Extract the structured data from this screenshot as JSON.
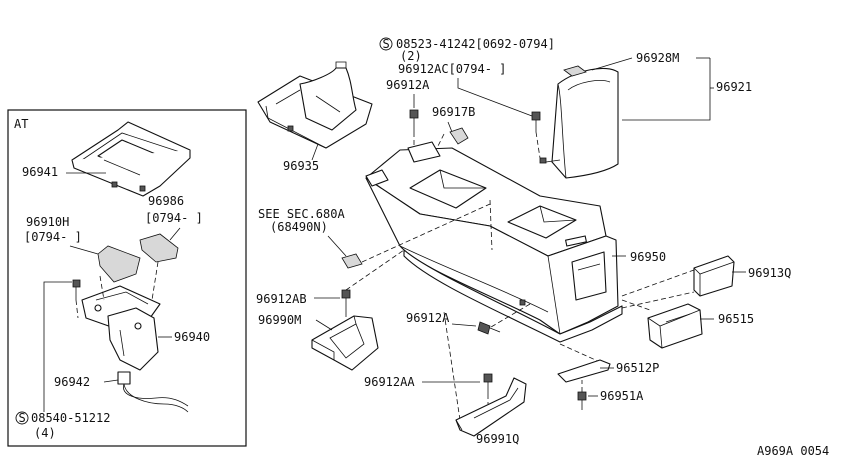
{
  "inset": {
    "title": "AT"
  },
  "labels": {
    "p96941": "96941",
    "p96986": "96986",
    "p96986_range": "[0794-   ]",
    "p96910H": "96910H",
    "p96910H_range": "[0794-   ]",
    "p96940": "96940",
    "p96942": "96942",
    "s08540": "08540-51212",
    "s08540_qty": "(4)",
    "p96935": "96935",
    "s08523": "08523-41242[0692-0794]",
    "s08523_qty": "(2)",
    "p96912AC": "96912AC[0794-   ]",
    "p96912A_top": "96912A",
    "p96917B": "96917B",
    "p96928M": "96928M",
    "p96921": "96921",
    "seesec": "SEE SEC.680A",
    "seesec_ref": "(68490N)",
    "p96950": "96950",
    "p96913Q": "96913Q",
    "p96912AB": "96912AB",
    "p96990M": "96990M",
    "p96912A_mid": "96912A",
    "p96515": "96515",
    "p96512P": "96512P",
    "p96912AA": "96912AA",
    "p96951A": "96951A",
    "p96991Q": "96991Q",
    "s_symbol": "S",
    "diagram_code": "A969A 0054"
  }
}
